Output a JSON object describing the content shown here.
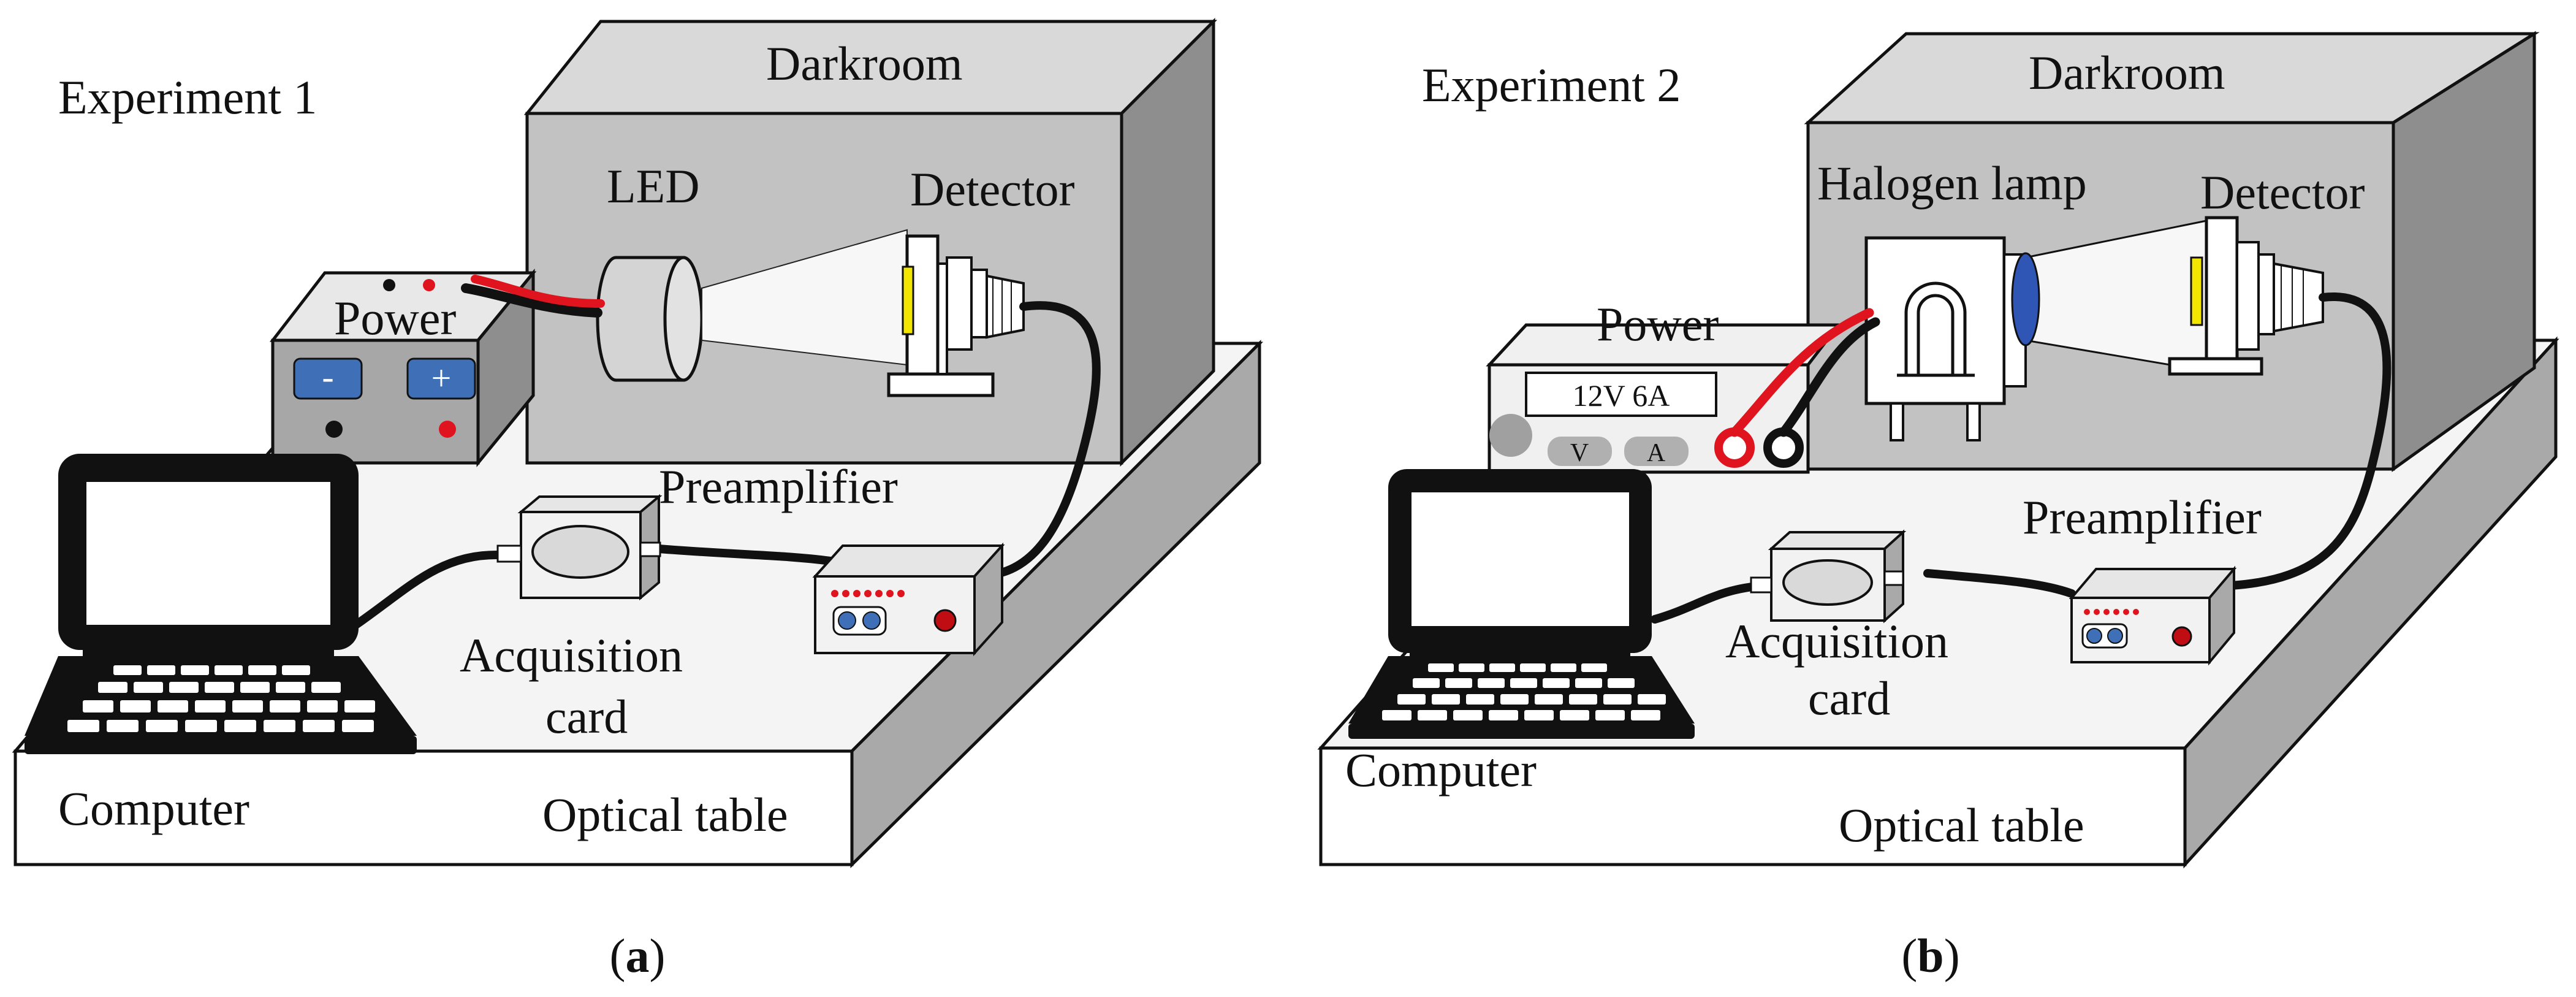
{
  "colors": {
    "box_front": "#c2c2c2",
    "box_side": "#8e8e8e",
    "box_top": "#d9d9d9",
    "cable": "#111111",
    "red": "#e0141e",
    "button_blue": "#3f6fb6",
    "lens_blue": "#2f56b4",
    "detector_yellow": "#f3e600",
    "device_face": "#f2f2f2"
  },
  "panel_a": {
    "title": "Experiment 1",
    "darkroom": "Darkroom",
    "source": "LED",
    "detector": "Detector",
    "power": "Power",
    "minus": "-",
    "plus": "+",
    "preamplifier": "Preamplifier",
    "acq_line1": "Acquisition",
    "acq_line2": "card",
    "computer": "Computer",
    "table": "Optical table",
    "caption_open": "(",
    "caption_letter": "a",
    "caption_close": ")"
  },
  "panel_b": {
    "title": "Experiment 2",
    "darkroom": "Darkroom",
    "source": "Halogen lamp",
    "detector": "Detector",
    "power": "Power",
    "display": "12V 6A",
    "btn_v": "V",
    "btn_a": "A",
    "preamplifier": "Preamplifier",
    "acq_line1": "Acquisition",
    "acq_line2": "card",
    "computer": "Computer",
    "table": "Optical table",
    "caption_open": "(",
    "caption_letter": "b",
    "caption_close": ")"
  }
}
